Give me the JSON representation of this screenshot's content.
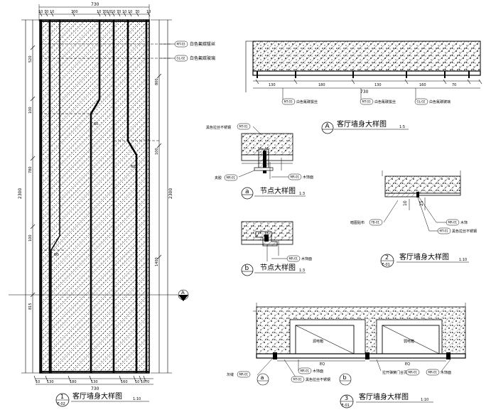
{
  "elevation": {
    "top_dims": [
      "10",
      "70",
      "10",
      "300",
      "10",
      "70",
      "10",
      "10",
      "70",
      "10",
      "10",
      "70",
      "10"
    ],
    "top_total": "730",
    "left_dims": [
      "520",
      "100",
      "780",
      "100",
      "815"
    ],
    "left_total": "2300",
    "right_dims": [
      "800",
      "100",
      "1400"
    ],
    "right_total": "2300",
    "bottom_dims": [
      "10",
      "130",
      "180",
      "130",
      "160",
      "10",
      "10",
      "70"
    ],
    "bottom_total": "730",
    "inner_dims": [
      "60",
      "60",
      "60"
    ],
    "tags": [
      {
        "code": "MT-03",
        "text": "白色氟碳拔丝"
      },
      {
        "code": "GL-02",
        "text": "白色氟碳玻璃"
      }
    ],
    "section_label": "A",
    "title_num": "1",
    "title_ref": "E-02",
    "title": "客厅墙身大样图",
    "scale": "1:10"
  },
  "sectionA": {
    "dims": [
      "130",
      "180",
      "130",
      "160",
      "70"
    ],
    "total": "730",
    "tags": [
      {
        "code": "MT-03",
        "text": "白色氟碳拔丝"
      },
      {
        "code": "MT-03",
        "text": "白色氟碳拔丝"
      },
      {
        "code": "GL-02",
        "text": "白色氟碳玻璃"
      }
    ],
    "title_letter": "A",
    "title": "客厅墙身大样图",
    "scale": "1:5"
  },
  "detailA": {
    "top_tag": {
      "code": "MT-01",
      "text": "黑色拉丝不锈钢"
    },
    "left_tag": {
      "text": "夹胶",
      "code": "MR-01"
    },
    "right_tag": {
      "code": "MR-01",
      "text": "木饰面"
    },
    "letter": "a",
    "title": "节点大样图",
    "scale": "1:3"
  },
  "detailB": {
    "right_tag": {
      "code": "MR-01",
      "text": "木饰面"
    },
    "letter": "b",
    "title": "节点大样图",
    "scale": "1:3"
  },
  "section2": {
    "left_tag": {
      "text": "暗图贴布",
      "code": "FB-01"
    },
    "right_tag1": {
      "code": "MR-01",
      "text": "木饰"
    },
    "right_tag2": {
      "code": "MT-01",
      "text": "黑色拉丝不锈钢"
    },
    "dims": [
      "10",
      "25"
    ],
    "title_num": "2",
    "title_ref": "E-01",
    "title": "客厅墙身大样图",
    "scale": "1:10"
  },
  "section3": {
    "panel_labels": [
      "源电箱",
      "弱电箱"
    ],
    "eq_labels": [
      "EQ",
      "EQ"
    ],
    "tags": [
      {
        "text": "灰缝",
        "code": "MR-01"
      },
      {
        "code": "MT-01",
        "text": "黑色拉丝不锈钢"
      },
      {
        "code": "MR-01",
        "text": "木饰面"
      },
      {
        "text": "拉开弹簧门合页",
        "code": "MR-01"
      },
      {
        "code": "MR-01",
        "text": "木饰面"
      }
    ],
    "callouts": [
      "a",
      "b"
    ],
    "title_num": "3",
    "title_ref": "E-01",
    "title": "客厅墙身大样图",
    "scale": "1:10"
  }
}
